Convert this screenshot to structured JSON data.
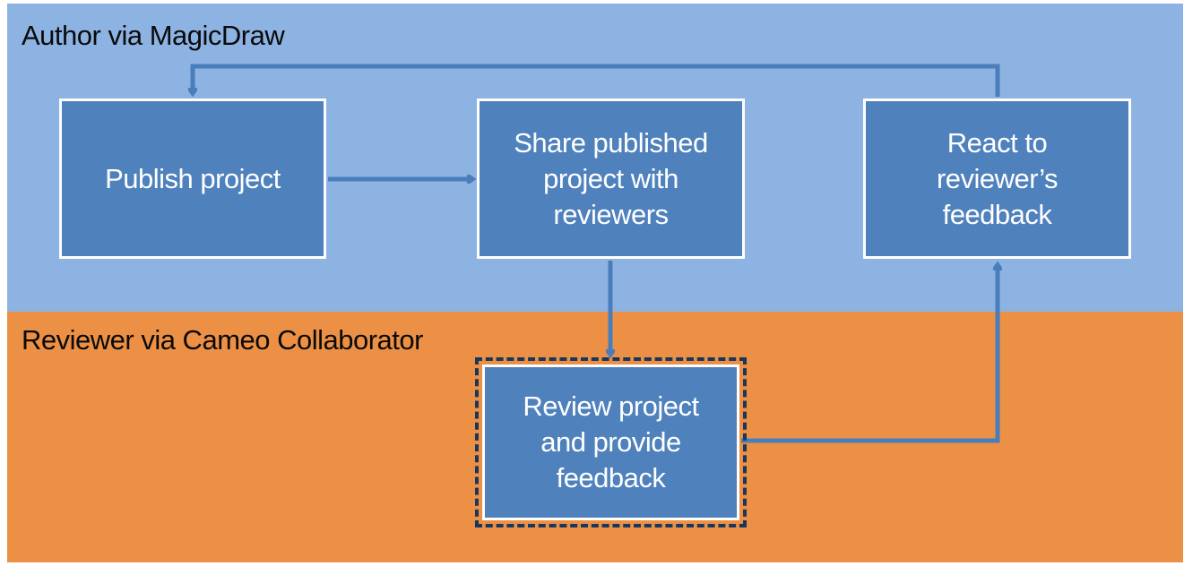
{
  "lanes": {
    "author": {
      "label": "Author via MagicDraw",
      "color": "#8db3e2"
    },
    "reviewer": {
      "label": "Reviewer via Cameo Collaborator",
      "color": "#ec9046"
    }
  },
  "steps": {
    "publish": {
      "lines": [
        "Publish project"
      ]
    },
    "share": {
      "lines": [
        "Share published",
        "project with",
        "reviewers"
      ]
    },
    "react": {
      "lines": [
        "React to",
        "reviewer’s",
        "feedback"
      ]
    },
    "review": {
      "lines": [
        "Review project",
        "and provide",
        "feedback"
      ]
    }
  },
  "colors": {
    "step_fill": "#4f81bd",
    "step_border": "#ffffff",
    "connector": "#4a7ebb",
    "selection_frame": "#17375e"
  }
}
